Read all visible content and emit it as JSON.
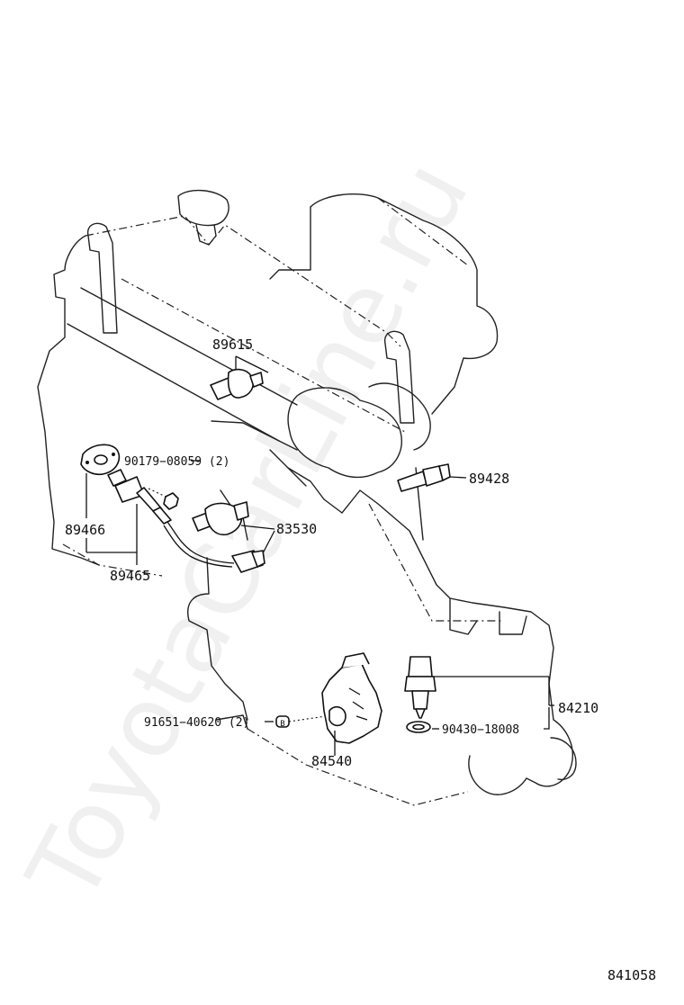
{
  "watermark": "ToyotaCarLine.ru",
  "diagram_code": "841058",
  "labels": {
    "p89615": "89615",
    "p90179": "90179−08059 (2)",
    "p89428": "89428",
    "p89466": "89466",
    "p83530": "83530",
    "p89465": "89465",
    "p84210": "84210",
    "p91651": "91651−40620 (2)",
    "p90430": "90430−18008",
    "p84540": "84540"
  },
  "icons": {
    "washer_mark": "B"
  }
}
